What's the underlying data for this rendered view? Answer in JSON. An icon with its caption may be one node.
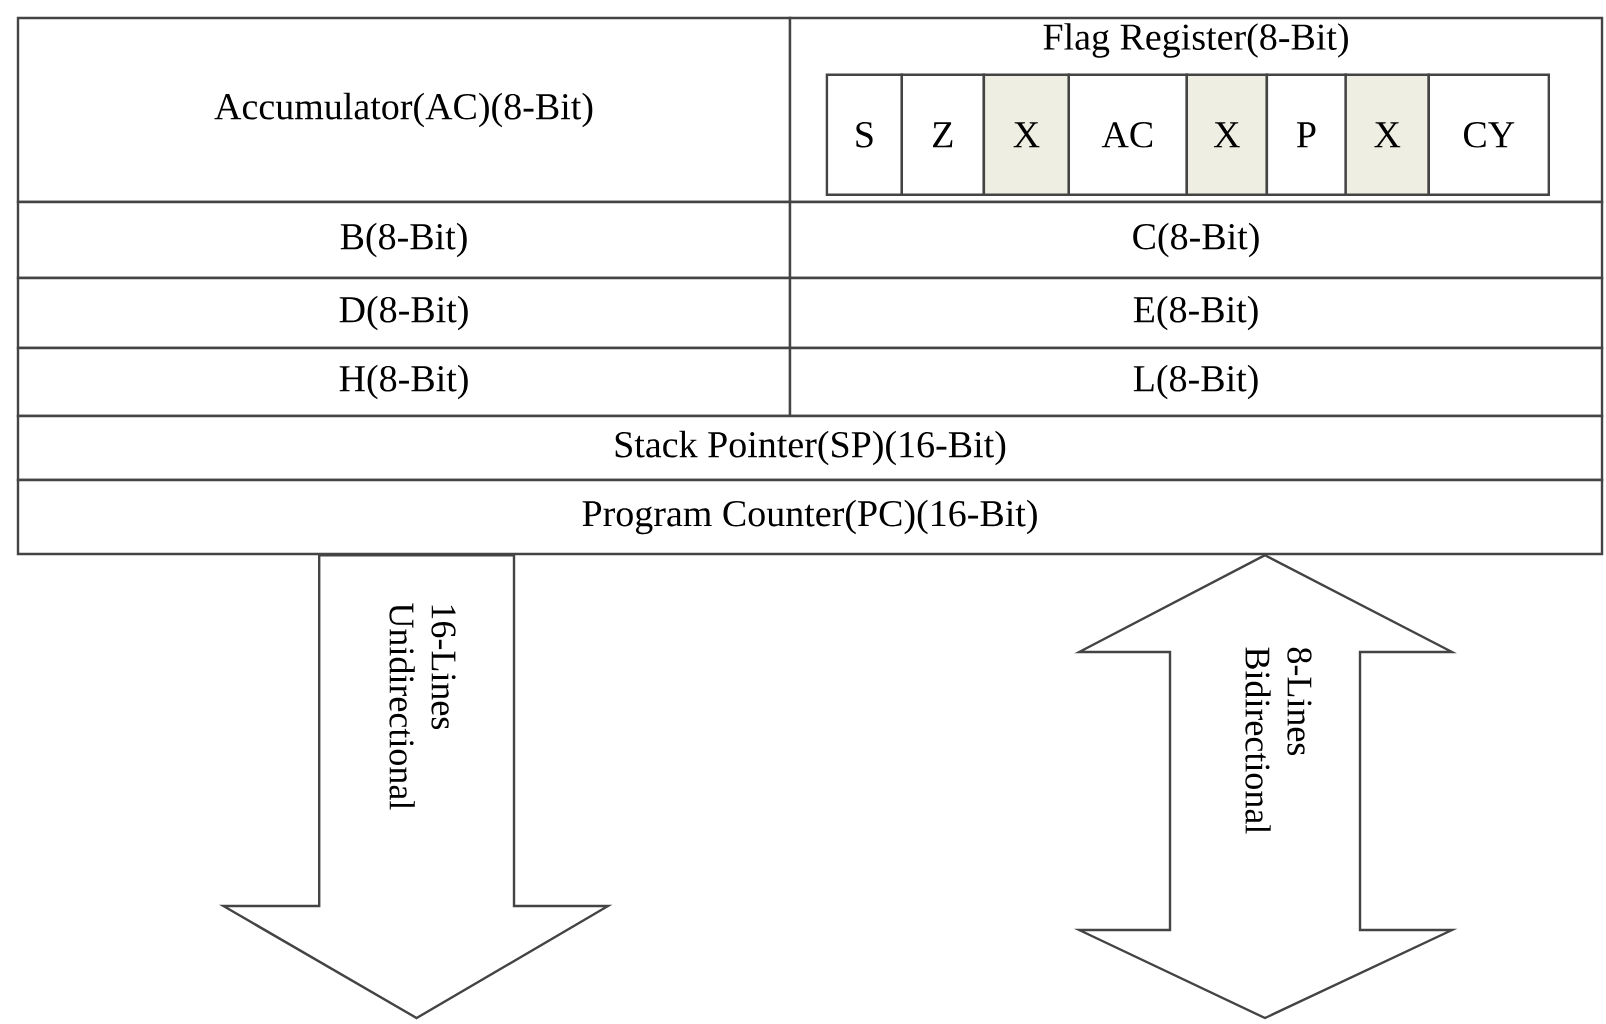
{
  "diagram": {
    "nodes": [
      {
        "text": [
          "Accumulator(AC)(8-Bit)"
        ]
      },
      {
        "text": [
          "Flag Register(8-Bit)"
        ]
      },
      {
        "text": [
          "S"
        ],
        "in": 1
      },
      {
        "text": [
          "Z"
        ],
        "in": 1
      },
      {
        "text": [
          "X"
        ],
        "in": 1
      },
      {
        "text": [
          "AC"
        ],
        "in": 1
      },
      {
        "text": [
          "X"
        ],
        "in": 1
      },
      {
        "text": [
          "P"
        ],
        "in": 1
      },
      {
        "text": [
          "X"
        ],
        "in": 1
      },
      {
        "text": [
          "CY"
        ],
        "in": 1
      },
      {
        "text": [
          "B(8-Bit)"
        ]
      },
      {
        "text": [
          "C(8-Bit)"
        ]
      },
      {
        "text": [
          "D(8-Bit)"
        ]
      },
      {
        "text": [
          "E(8-Bit)"
        ]
      },
      {
        "text": [
          "H(8-Bit)"
        ]
      },
      {
        "text": [
          "L(8-Bit)"
        ]
      },
      {
        "text": [
          "Stack Pointer(SP)(16-Bit)"
        ]
      },
      {
        "text": [
          "Program Counter(PC)(16-Bit)"
        ]
      }
    ],
    "edges": [
      {
        "from": 17,
        "to": null,
        "arrow": "to",
        "label": "16-Lines Unidirectional"
      },
      {
        "from": 17,
        "to": null,
        "arrow": "both",
        "label": "8-Lines Bidirectional"
      }
    ]
  }
}
